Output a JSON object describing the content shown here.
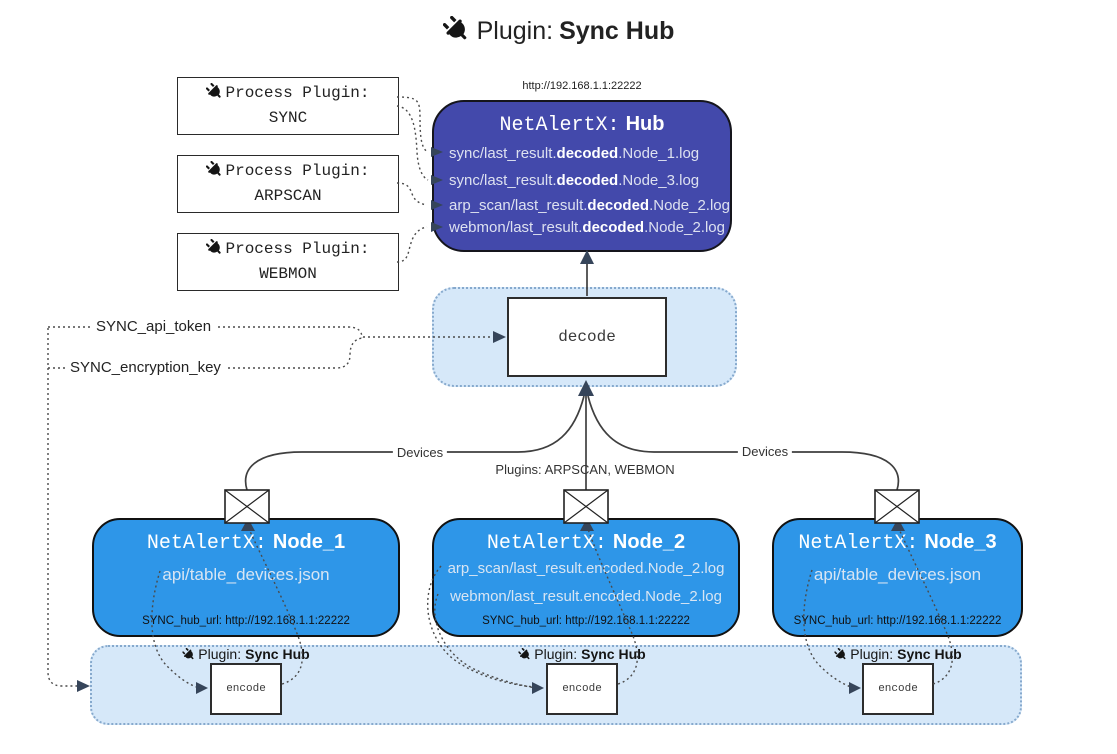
{
  "title": {
    "prefix": "Plugin:",
    "name": "Sync Hub"
  },
  "process_plugins": [
    {
      "label": "Process Plugin:",
      "name": "SYNC"
    },
    {
      "label": "Process Plugin:",
      "name": "ARPSCAN"
    },
    {
      "label": "Process Plugin:",
      "name": "WEBMON"
    }
  ],
  "hub": {
    "url": "http://192.168.1.1:22222",
    "title_prefix": "NetAlertX:",
    "title_name": "Hub",
    "logs": [
      {
        "pre": "sync/last_result.",
        "bold": "decoded",
        "post": ".Node_1.log"
      },
      {
        "pre": "sync/last_result.",
        "bold": "decoded",
        "post": ".Node_3.log"
      },
      {
        "pre": "arp_scan/last_result.",
        "bold": "decoded",
        "post": ".Node_2.log"
      },
      {
        "pre": "webmon/last_result.",
        "bold": "decoded",
        "post": ".Node_2.log"
      }
    ]
  },
  "decode": {
    "label": "decode"
  },
  "keys": {
    "api_token": "SYNC_api_token",
    "encryption_key": "SYNC_encryption_key"
  },
  "edge_labels": {
    "left": "Devices",
    "middle": "Plugins: ARPSCAN, WEBMON",
    "right": "Devices"
  },
  "nodes": [
    {
      "title_prefix": "NetAlertX:",
      "title_name": "Node_1",
      "files": [
        "api/table_devices.json"
      ],
      "hub_url": "SYNC_hub_url: http://192.168.1.1:22222"
    },
    {
      "title_prefix": "NetAlertX:",
      "title_name": "Node_2",
      "files": [
        "arp_scan/last_result.encoded.Node_2.log",
        "webmon/last_result.encoded.Node_2.log"
      ],
      "hub_url": "SYNC_hub_url: http://192.168.1.1:22222"
    },
    {
      "title_prefix": "NetAlertX:",
      "title_name": "Node_3",
      "files": [
        "api/table_devices.json"
      ],
      "hub_url": "SYNC_hub_url: http://192.168.1.1:22222"
    }
  ],
  "encode_sections": [
    {
      "plugin_label": "Plugin:",
      "plugin_name": "Sync Hub",
      "box_label": "encode"
    },
    {
      "plugin_label": "Plugin:",
      "plugin_name": "Sync Hub",
      "box_label": "encode"
    },
    {
      "plugin_label": "Plugin:",
      "plugin_name": "Sync Hub",
      "box_label": "encode"
    }
  ],
  "colors": {
    "hub_blue": "#4349ab",
    "node_blue": "#2e96e8",
    "panel_blue": "#d6e8f9",
    "line": "#3f3f3f",
    "arrowhead": "#36455a"
  }
}
